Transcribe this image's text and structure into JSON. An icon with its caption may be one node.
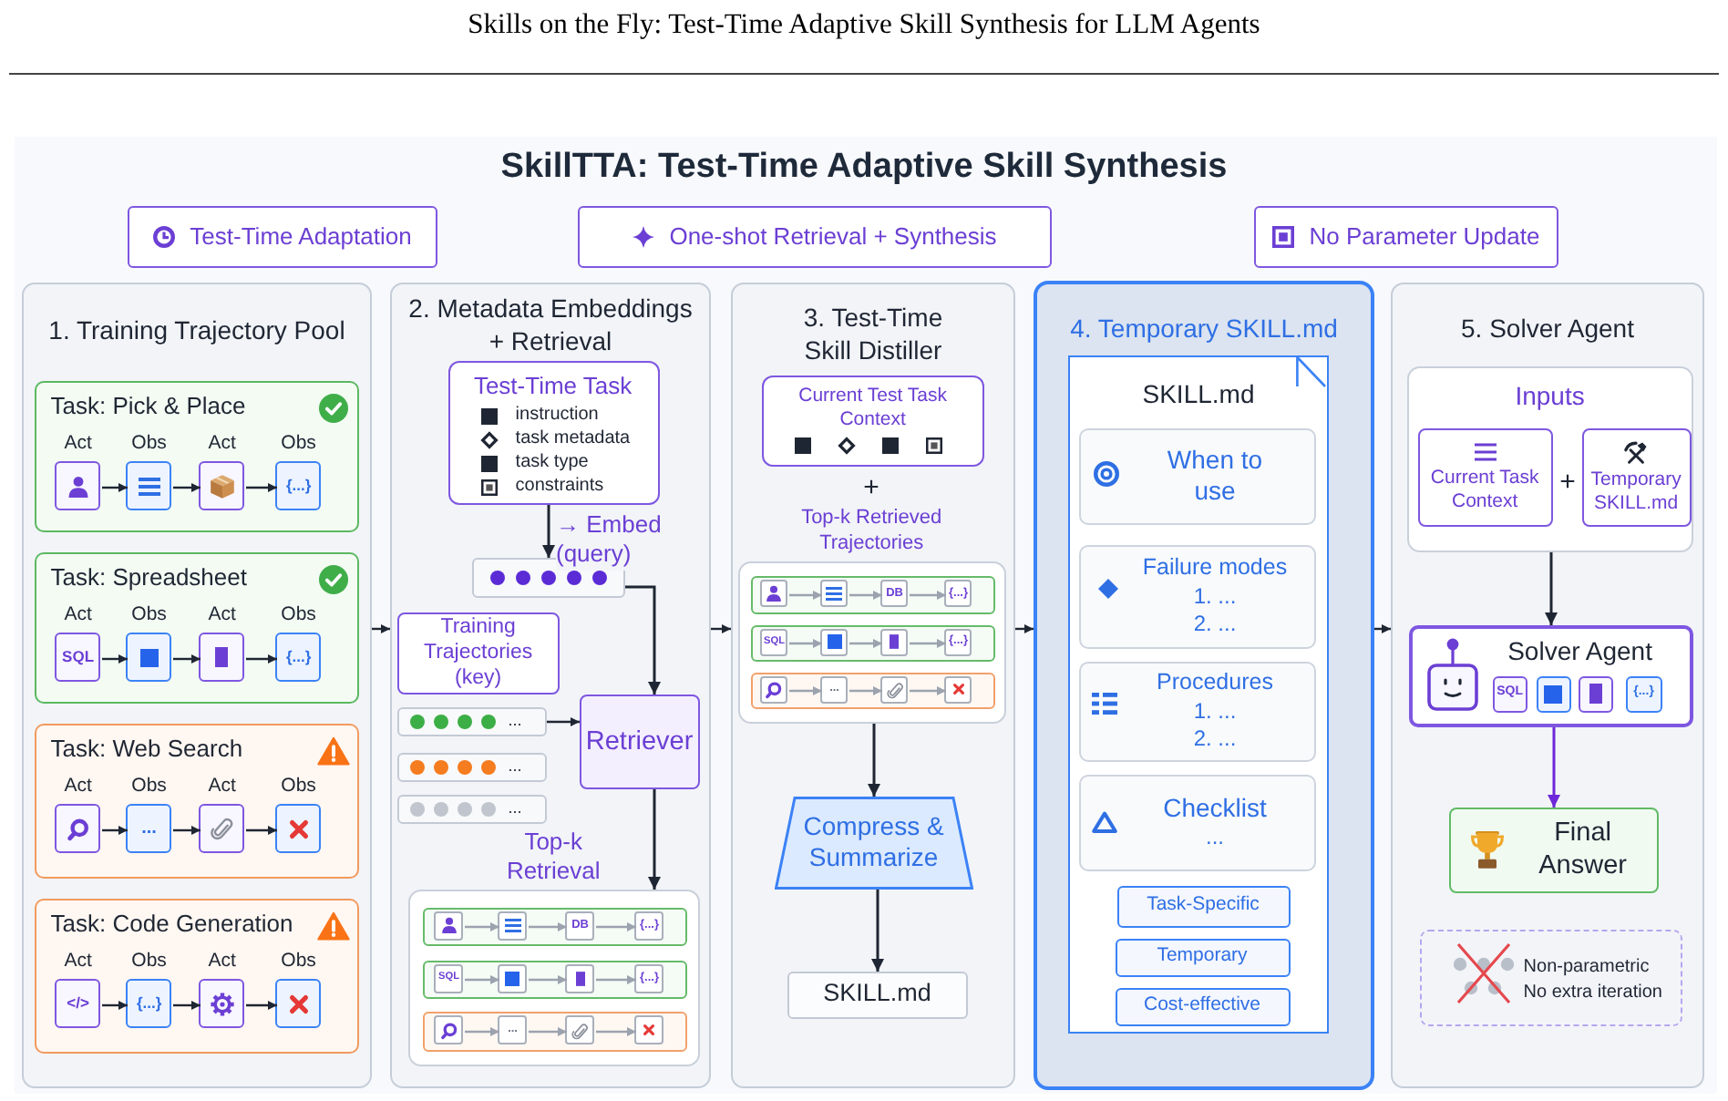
{
  "diagram": {
    "title": "SkillTTA: Test-Time Adaptive Skill Synthesis",
    "nodes": [
      {
        "text": [
          "Test-Time Adaptation"
        ]
      },
      {
        "text": [
          "One-shot Retrieval + Synthesis"
        ]
      },
      {
        "text": [
          "No Parameter Update"
        ]
      },
      {
        "text": [
          "1. Training Trajectory Pool"
        ]
      },
      {
        "text": [
          "Task: Pick & Place"
        ],
        "in": 3
      },
      {
        "text": [],
        "shape": "box",
        "in": 4,
        "beside": [
          "Act"
        ]
      },
      {
        "text": [],
        "shape": "box",
        "in": 4,
        "beside": [
          "Obs"
        ]
      },
      {
        "text": [],
        "shape": "box",
        "in": 4,
        "beside": [
          "Act"
        ]
      },
      {
        "text": [
          "{...}"
        ],
        "in": 4,
        "beside": [
          "Obs"
        ]
      },
      {
        "text": [
          "Task: Spreadsheet"
        ],
        "in": 3
      },
      {
        "text": [
          "SQL"
        ],
        "in": 9,
        "beside": [
          "Act"
        ]
      },
      {
        "text": [],
        "shape": "box",
        "in": 9,
        "beside": [
          "Obs"
        ]
      },
      {
        "text": [],
        "shape": "box",
        "in": 9,
        "beside": [
          "Act"
        ]
      },
      {
        "text": [
          "{...}"
        ],
        "in": 9,
        "beside": [
          "Obs"
        ]
      },
      {
        "text": [
          "Task: Web Search"
        ],
        "in": 3
      },
      {
        "text": [],
        "shape": "box",
        "in": 14,
        "beside": [
          "Act"
        ]
      },
      {
        "text": [
          "..."
        ],
        "in": 14,
        "beside": [
          "Obs"
        ]
      },
      {
        "text": [],
        "shape": "box",
        "in": 14,
        "beside": [
          "Act"
        ]
      },
      {
        "text": [],
        "shape": "box",
        "in": 14,
        "beside": [
          "Obs"
        ]
      },
      {
        "text": [
          "Task: Code Generation"
        ],
        "in": 3
      },
      {
        "text": [
          "</>"
        ],
        "in": 19,
        "beside": [
          "Act"
        ]
      },
      {
        "text": [
          "{...}"
        ],
        "in": 19,
        "beside": [
          "Obs"
        ]
      },
      {
        "text": [],
        "shape": "box",
        "in": 19,
        "beside": [
          "Act"
        ]
      },
      {
        "text": [],
        "shape": "box",
        "in": 19,
        "beside": [
          "Obs"
        ]
      },
      {
        "text": [
          "2. Metadata Embeddings + Retrieval"
        ]
      },
      {
        "text": [
          "Test-Time Task",
          "instruction",
          "task metadata",
          "task type",
          "constraints"
        ],
        "in": 24
      },
      {
        "text": [],
        "shape": "box",
        "in": 24
      },
      {
        "text": [
          "Training Trajectories (key)"
        ],
        "in": 24
      },
      {
        "text": [
          "..."
        ],
        "in": 24
      },
      {
        "text": [
          "..."
        ],
        "in": 24
      },
      {
        "text": [
          "..."
        ],
        "in": 24
      },
      {
        "text": [
          "Retriever"
        ],
        "in": 24
      },
      {
        "text": [
          "Top-k Retrieval"
        ],
        "in": 24
      },
      {
        "text": [],
        "shape": "box",
        "in": 32
      },
      {
        "text": [],
        "shape": "box",
        "in": 33
      },
      {
        "text": [],
        "shape": "box",
        "in": 33
      },
      {
        "text": [
          "DB"
        ],
        "in": 33
      },
      {
        "text": [
          "{...}"
        ],
        "in": 33
      },
      {
        "text": [],
        "shape": "box",
        "in": 32
      },
      {
        "text": [
          "SQL"
        ],
        "in": 38
      },
      {
        "text": [],
        "shape": "box",
        "in": 38
      },
      {
        "text": [],
        "shape": "box",
        "in": 38
      },
      {
        "text": [
          "{...}"
        ],
        "in": 38
      },
      {
        "text": [],
        "shape": "box",
        "in": 32
      },
      {
        "text": [],
        "shape": "box",
        "in": 43
      },
      {
        "text": [
          "..."
        ],
        "in": 43
      },
      {
        "text": [],
        "shape": "box",
        "in": 43
      },
      {
        "text": [],
        "shape": "box",
        "in": 43
      },
      {
        "text": [
          "3. Test-Time Skill Distiller"
        ]
      },
      {
        "text": [
          "Current Test Task Context"
        ],
        "in": 48
      },
      {
        "text": [
          "Top-k Retrieved Trajectories"
        ],
        "in": 48
      },
      {
        "text": [],
        "shape": "box",
        "in": 50
      },
      {
        "text": [],
        "shape": "box",
        "in": 51
      },
      {
        "text": [],
        "shape": "box",
        "in": 51
      },
      {
        "text": [
          "DB"
        ],
        "in": 51
      },
      {
        "text": [
          "{...}"
        ],
        "in": 51
      },
      {
        "text": [],
        "shape": "box",
        "in": 50
      },
      {
        "text": [
          "SQL"
        ],
        "in": 56
      },
      {
        "text": [],
        "shape": "box",
        "in": 56
      },
      {
        "text": [],
        "shape": "box",
        "in": 56
      },
      {
        "text": [
          "{...}"
        ],
        "in": 56
      },
      {
        "text": [],
        "shape": "box",
        "in": 50
      },
      {
        "text": [],
        "shape": "box",
        "in": 61
      },
      {
        "text": [
          "..."
        ],
        "in": 61
      },
      {
        "text": [],
        "shape": "box",
        "in": 61
      },
      {
        "text": [],
        "shape": "box",
        "in": 61
      },
      {
        "text": [
          "Compress & Summarize"
        ],
        "in": 48
      },
      {
        "text": [
          "SKILL.md"
        ],
        "in": 48
      },
      {
        "text": [
          "4. Temporary SKILL.md"
        ]
      },
      {
        "text": [
          "SKILL.md"
        ],
        "in": 68
      },
      {
        "text": [
          "When to use"
        ],
        "in": 69
      },
      {
        "text": [
          "Failure modes",
          "1. ...",
          "2. ..."
        ],
        "in": 69
      },
      {
        "text": [
          "Procedures",
          "1. ...",
          "2. ..."
        ],
        "in": 69
      },
      {
        "text": [
          "Checklist",
          "..."
        ],
        "in": 69
      },
      {
        "text": [
          "Task-Specific"
        ],
        "in": 69
      },
      {
        "text": [
          "Temporary"
        ],
        "in": 69
      },
      {
        "text": [
          "Cost-effective"
        ],
        "in": 69
      },
      {
        "text": [
          "5. Solver Agent"
        ]
      },
      {
        "text": [
          "Inputs"
        ],
        "in": 77
      },
      {
        "text": [
          "Current Task Context"
        ],
        "in": 78
      },
      {
        "text": [
          "Temporary SKILL.md"
        ],
        "in": 78
      },
      {
        "text": [
          "Solver Agent"
        ],
        "in": 77
      },
      {
        "text": [
          "SQL"
        ],
        "in": 81
      },
      {
        "text": [],
        "shape": "box",
        "in": 81
      },
      {
        "text": [],
        "shape": "box",
        "in": 81
      },
      {
        "text": [
          "{...}"
        ],
        "in": 81
      },
      {
        "text": [
          "Final Answer"
        ],
        "in": 77
      },
      {
        "text": [
          "Non-parametric",
          "No extra iteration"
        ],
        "in": 77
      }
    ],
    "edges": [
      {
        "from": 5,
        "to": 6,
        "arrow": "to"
      },
      {
        "from": 6,
        "to": 7,
        "arrow": "to"
      },
      {
        "from": 7,
        "to": 8,
        "arrow": "to"
      },
      {
        "from": 10,
        "to": 11,
        "arrow": "to"
      },
      {
        "from": 11,
        "to": 12,
        "arrow": "to"
      },
      {
        "from": 12,
        "to": 13,
        "arrow": "to"
      },
      {
        "from": 15,
        "to": 16,
        "arrow": "to"
      },
      {
        "from": 16,
        "to": 17,
        "arrow": "to"
      },
      {
        "from": 17,
        "to": 18,
        "arrow": "to"
      },
      {
        "from": 20,
        "to": 21,
        "arrow": "to"
      },
      {
        "from": 21,
        "to": 22,
        "arrow": "to"
      },
      {
        "from": 22,
        "to": 23,
        "arrow": "to"
      },
      {
        "from": 3,
        "to": 24,
        "arrow": "to"
      },
      {
        "from": 24,
        "to": 48,
        "arrow": "to"
      },
      {
        "from": 48,
        "to": 68,
        "arrow": "to"
      },
      {
        "from": 68,
        "to": 77,
        "arrow": "to"
      },
      {
        "from": 25,
        "to": 26,
        "arrow": "to",
        "label": "→ Embed (query)"
      },
      {
        "from": 26,
        "to": 31,
        "arrow": "to"
      },
      {
        "from": 28,
        "to": 31,
        "arrow": "to"
      },
      {
        "from": 31,
        "to": 32,
        "arrow": "to"
      },
      {
        "from": 34,
        "to": 35,
        "arrow": "to",
        "color": "#9ca3af"
      },
      {
        "from": 35,
        "to": 36,
        "arrow": "to",
        "color": "#9ca3af"
      },
      {
        "from": 36,
        "to": 37,
        "arrow": "to",
        "color": "#9ca3af"
      },
      {
        "from": 39,
        "to": 40,
        "arrow": "to",
        "color": "#9ca3af"
      },
      {
        "from": 40,
        "to": 41,
        "arrow": "to",
        "color": "#9ca3af"
      },
      {
        "from": 41,
        "to": 42,
        "arrow": "to",
        "color": "#9ca3af"
      },
      {
        "from": 44,
        "to": 45,
        "arrow": "to",
        "color": "#9ca3af"
      },
      {
        "from": 45,
        "to": 46,
        "arrow": "to",
        "color": "#9ca3af"
      },
      {
        "from": 46,
        "to": 47,
        "arrow": "to",
        "color": "#9ca3af"
      },
      {
        "from": 52,
        "to": 53,
        "arrow": "to",
        "color": "#9ca3af"
      },
      {
        "from": 53,
        "to": 54,
        "arrow": "to",
        "color": "#9ca3af"
      },
      {
        "from": 54,
        "to": 55,
        "arrow": "to",
        "color": "#9ca3af"
      },
      {
        "from": 57,
        "to": 58,
        "arrow": "to",
        "color": "#9ca3af"
      },
      {
        "from": 58,
        "to": 59,
        "arrow": "to",
        "color": "#9ca3af"
      },
      {
        "from": 59,
        "to": 60,
        "arrow": "to",
        "color": "#9ca3af"
      },
      {
        "from": 62,
        "to": 63,
        "arrow": "to",
        "color": "#9ca3af"
      },
      {
        "from": 63,
        "to": 64,
        "arrow": "to",
        "color": "#9ca3af"
      },
      {
        "from": 64,
        "to": 65,
        "arrow": "to",
        "color": "#9ca3af"
      },
      {
        "from": 50,
        "to": 66,
        "arrow": "to"
      },
      {
        "from": 66,
        "to": 67,
        "arrow": "to"
      },
      {
        "from": 78,
        "to": 81,
        "arrow": "to"
      },
      {
        "from": 81,
        "to": 86,
        "arrow": "to",
        "color": "#6d28d9"
      }
    ],
    "labels": [
      "Skills on the Fly: Test-Time Adaptive Skill Synthesis for LLM Agents",
      "+",
      "+"
    ]
  }
}
